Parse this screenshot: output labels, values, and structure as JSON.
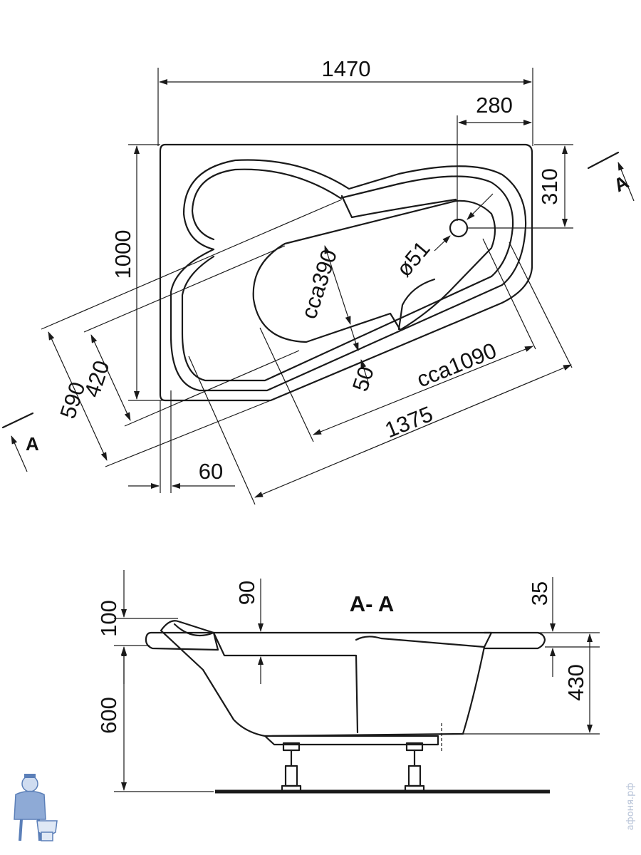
{
  "plan_view": {
    "overall_width": "1470",
    "drain_offset": "280",
    "drain_depth": "310",
    "overall_depth": "1000",
    "drain_diameter": "ø51",
    "basin_width": "cca390",
    "inner_length": "cca1090",
    "outer_length": "1375",
    "step": "50",
    "inner_width": "420",
    "outer_width": "590",
    "rim_offset": "60",
    "section_mark": "A"
  },
  "section_view": {
    "title": "A- A",
    "rim_height": "100",
    "inner_rim": "90",
    "lip_height": "35",
    "leg_height": "600",
    "basin_depth": "430"
  },
  "watermark": {
    "site": "афоня.рф"
  },
  "colors": {
    "line": "#1a1a1a",
    "logo": "#5b7fb8"
  }
}
